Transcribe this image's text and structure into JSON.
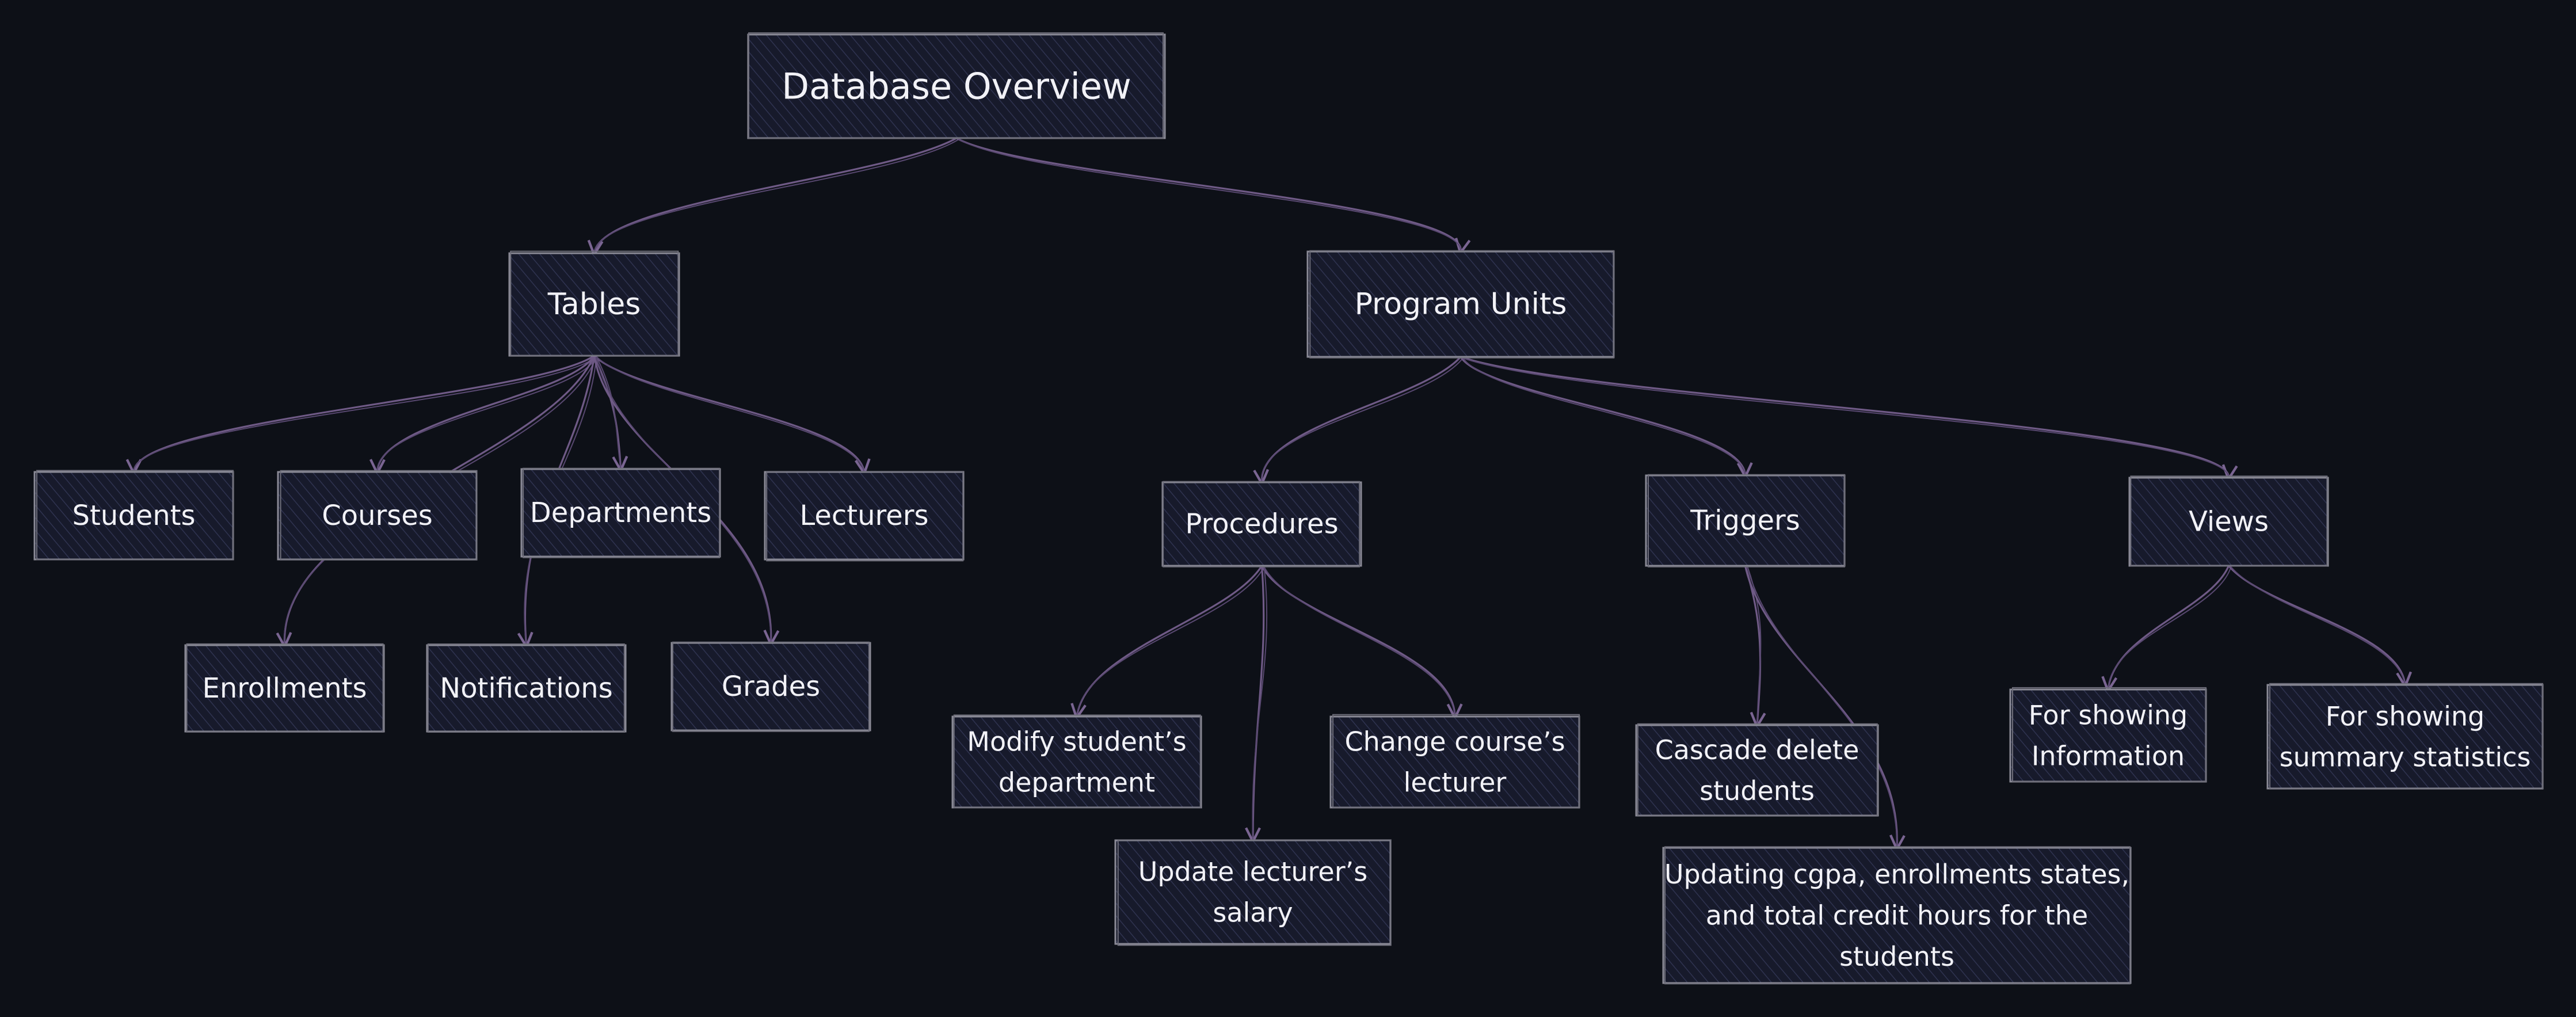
{
  "diagram": {
    "type": "tree",
    "nodes": [
      {
        "id": "root",
        "lines": [
          "Database Overview"
        ]
      },
      {
        "id": "tables",
        "lines": [
          "Tables"
        ]
      },
      {
        "id": "program_units",
        "lines": [
          "Program Units"
        ]
      },
      {
        "id": "students",
        "lines": [
          "Students"
        ]
      },
      {
        "id": "courses",
        "lines": [
          "Courses"
        ]
      },
      {
        "id": "departments",
        "lines": [
          "Departments"
        ]
      },
      {
        "id": "lecturers",
        "lines": [
          "Lecturers"
        ]
      },
      {
        "id": "enrollments",
        "lines": [
          "Enrollments"
        ]
      },
      {
        "id": "notifications",
        "lines": [
          "Notifications"
        ]
      },
      {
        "id": "grades",
        "lines": [
          "Grades"
        ]
      },
      {
        "id": "procedures",
        "lines": [
          "Procedures"
        ]
      },
      {
        "id": "triggers",
        "lines": [
          "Triggers"
        ]
      },
      {
        "id": "views",
        "lines": [
          "Views"
        ]
      },
      {
        "id": "modify_dept",
        "lines": [
          "Modify student’s",
          "department"
        ]
      },
      {
        "id": "change_lecturer",
        "lines": [
          "Change course’s",
          "lecturer"
        ]
      },
      {
        "id": "update_salary",
        "lines": [
          "Update lecturer’s",
          "salary"
        ]
      },
      {
        "id": "cascade_delete",
        "lines": [
          "Cascade delete",
          "students"
        ]
      },
      {
        "id": "updating_cgpa",
        "lines": [
          "Updating cgpa, enrollments states,",
          "and total credit hours for the",
          "students"
        ]
      },
      {
        "id": "showing_info",
        "lines": [
          "For showing",
          "Information"
        ]
      },
      {
        "id": "summary_stats",
        "lines": [
          "For showing",
          "summary statistics"
        ]
      }
    ],
    "edges": [
      [
        "root",
        "tables"
      ],
      [
        "root",
        "program_units"
      ],
      [
        "tables",
        "students"
      ],
      [
        "tables",
        "courses"
      ],
      [
        "tables",
        "departments"
      ],
      [
        "tables",
        "lecturers"
      ],
      [
        "tables",
        "enrollments"
      ],
      [
        "tables",
        "notifications"
      ],
      [
        "tables",
        "grades"
      ],
      [
        "program_units",
        "procedures"
      ],
      [
        "program_units",
        "triggers"
      ],
      [
        "program_units",
        "views"
      ],
      [
        "procedures",
        "modify_dept"
      ],
      [
        "procedures",
        "change_lecturer"
      ],
      [
        "procedures",
        "update_salary"
      ],
      [
        "triggers",
        "cascade_delete"
      ],
      [
        "triggers",
        "updating_cgpa"
      ],
      [
        "views",
        "showing_info"
      ],
      [
        "views",
        "summary_stats"
      ]
    ]
  },
  "colors": {
    "background": "#0d1017",
    "node_fill": "#1c1d33",
    "node_stroke": "#8a8a96",
    "edge": "#6f5a86",
    "text": "#f2f2f7"
  }
}
